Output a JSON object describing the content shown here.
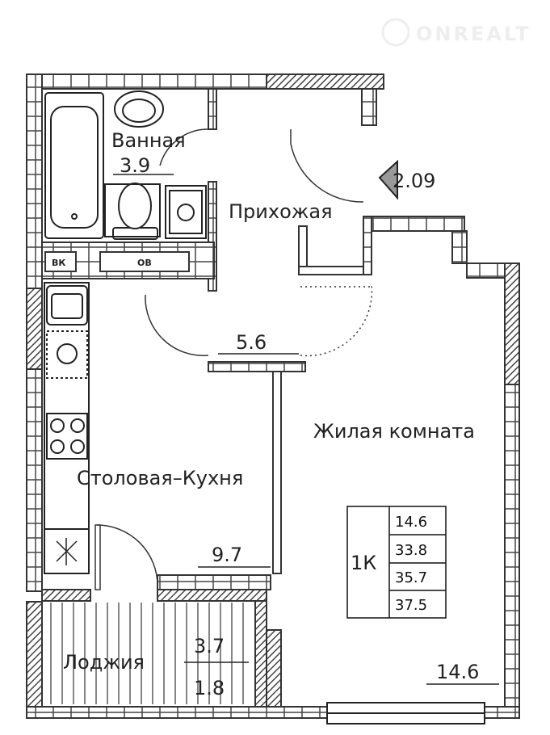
{
  "watermark": {
    "brand": "ONREALT"
  },
  "rooms": {
    "bathroom": {
      "name": "Ванная",
      "area": "3.9"
    },
    "hallway": {
      "name": "Прихожая",
      "area": "5.6"
    },
    "living": {
      "name": "Жилая комната",
      "area": "14.6"
    },
    "kitchen": {
      "name": "Столовая–Кухня",
      "area": "9.7"
    },
    "loggia": {
      "name": "Лоджия",
      "area_full": "3.7",
      "area_reduced": "1.8"
    }
  },
  "entrance": {
    "height_label": "2.09"
  },
  "shafts": {
    "water": "ВК",
    "vent": "ОВ"
  },
  "summary": {
    "type": "1К",
    "living_area": "14.6",
    "total_area": "33.8",
    "total_with_loggia": "35.7",
    "total_full": "37.5"
  },
  "colors": {
    "wall": "#333333",
    "hatch": "#555555"
  }
}
